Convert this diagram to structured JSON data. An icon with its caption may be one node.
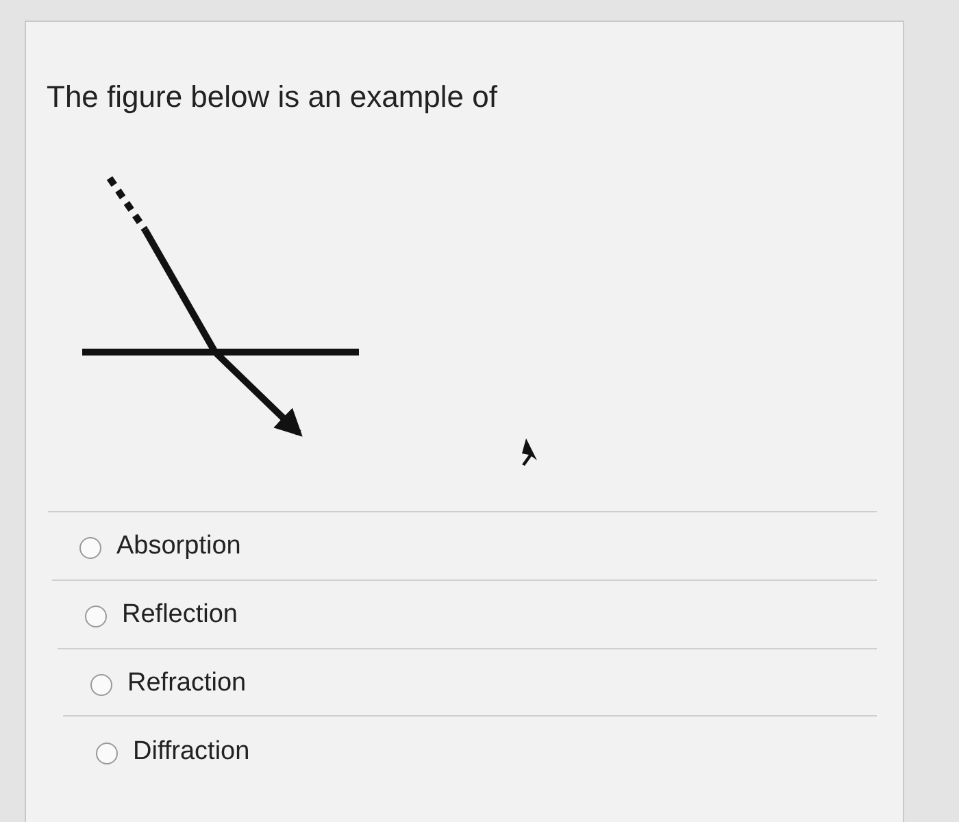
{
  "diagram": {
    "title": "The figure below is an example of",
    "labels": [
      "Absorption",
      "Reflection",
      "Refraction",
      "Diffraction"
    ]
  }
}
